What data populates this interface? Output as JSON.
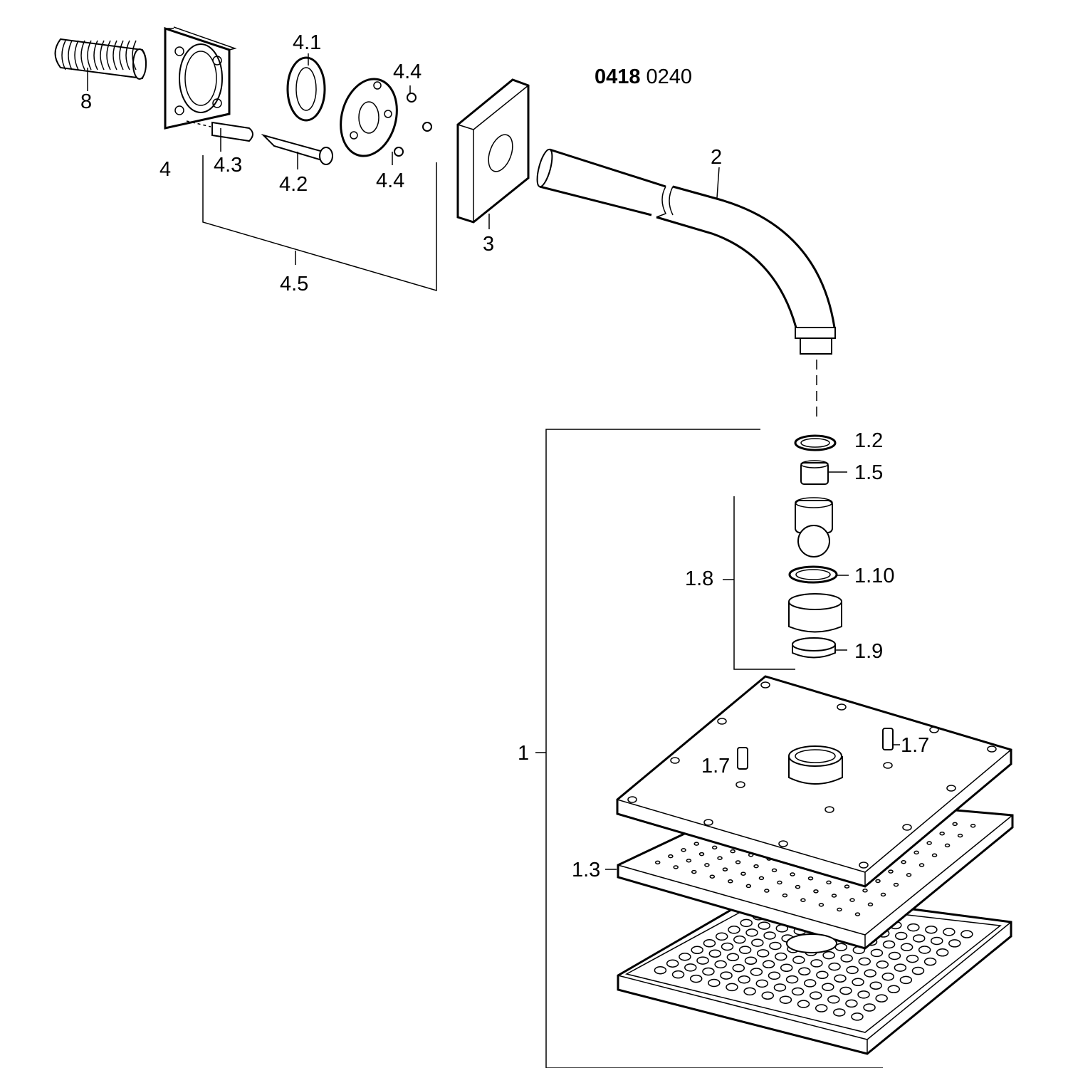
{
  "title": {
    "bold": "0418",
    "regular": "0240"
  },
  "labels": {
    "p8": "8",
    "p4": "4",
    "p4_1": "4.1",
    "p4_2": "4.2",
    "p4_3": "4.3",
    "p4_4a": "4.4",
    "p4_4b": "4.4",
    "p4_5": "4.5",
    "p3": "3",
    "p2": "2",
    "p1": "1",
    "p1_2": "1.2",
    "p1_3": "1.3",
    "p1_5": "1.5",
    "p1_7a": "1.7",
    "p1_7b": "1.7",
    "p1_8": "1.8",
    "p1_9": "1.9",
    "p1_10": "1.10"
  }
}
